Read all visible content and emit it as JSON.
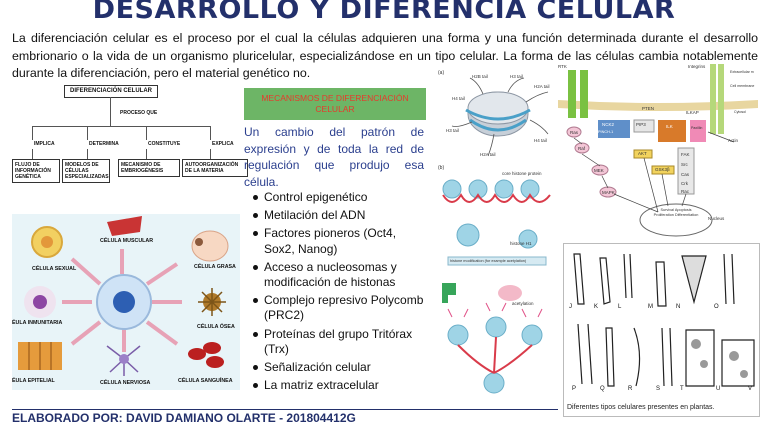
{
  "title": "DESARROLLO Y DIFERENCIA CELULAR",
  "intro": "La diferenciación celular es el proceso por el cual la células adquieren una forma y una función determinada durante el desarrollo embrionario o la vida de un organismo pluricelular, especializándose en un tipo celular. La forma de las células cambia notablemente durante la diferenciación, pero el material genético no.",
  "org_chart": {
    "root": "DIFERENCIACIÓN CELULAR",
    "connector": "PROCESO QUE",
    "branches": [
      "IMPLICA",
      "DETERMINA",
      "CONSTITUYE",
      "EXPLICA"
    ],
    "leaves": [
      "FLUJO DE INFORMACIÓN GENÉTICA",
      "MODELOS DE CÉLULAS ESPECIALIZADAS",
      "MECANISMO DE EMBRIOGÉNESIS",
      "AUTOORGANIZACIÓN DE LA MATERIA"
    ]
  },
  "mechanisms": {
    "heading": "MECANISMOS DE DIFERENCIACIÓN CELULAR",
    "description": "Un cambio del patrón de expresión y de toda la red de regulación que produjo esa célula.",
    "items": [
      "Control epigenético",
      "Metilación del ADN",
      "Factores pioneros (Oct4, Sox2, Nanog)",
      "Acceso a nucleosomas y modificación de histonas",
      "Complejo represivo Polycomb (PRC2)",
      "Proteínas del grupo Tritórax (Trx)",
      "Señalización celular",
      "La matriz extracelular"
    ]
  },
  "cell_types": {
    "sexual": "CÉLULA SEXUAL",
    "muscular": "CÉLULA MUSCULAR",
    "grasa": "CÉLULA GRASA",
    "inmunitaria": "ÉULA INMUNITARIA",
    "osea": "CÉLULA ÓSEA",
    "epitelial": "ÉULA EPITELIAL",
    "nerviosa": "CÉLULA NERVIOSA",
    "sanguinea": "CÉLULA SANGUÍNEA"
  },
  "figures": {
    "nucleosome_label_a": "(a)",
    "nucleosome_label_b": "(b)",
    "h3_tail": "H3 tail",
    "h4_tail": "H4 tail",
    "h2a_tail": "H2A tail",
    "h2b_tail": "H2B tail",
    "core_histone": "core histone protein",
    "histone_h1": "histone H1",
    "mod_caption": "histone modification (for example acetylation)",
    "acetylation": "acetylation",
    "rtk": "RTK",
    "integrins": "Integrins",
    "ecm": "Extracellular m",
    "cell_membrane": "Cell membrane",
    "cytosol": "Cytosol",
    "nucleus": "Nucleus",
    "ilk": "ILK",
    "pip3": "PIP3",
    "pten": "PTEN",
    "ilkap": "ILKAP",
    "nck2": "NCK2",
    "pinch": "PINCH-1",
    "akt": "AKT",
    "gsk3": "GSK3β",
    "ras": "Ras",
    "raf": "Raf",
    "mek": "MEK",
    "mapk": "MAPK",
    "fak": "FAK",
    "src": "Src",
    "cas": "Cas",
    "crk": "Crk",
    "rac": "Rac",
    "actin": "Actin",
    "paxillin": "Paxillin",
    "outcomes": "Survival Apoptosis Proliferation Differentiation",
    "plant_caption": "Diferentes tipos celulares presentes en plantas.",
    "plant_letters": [
      "J",
      "K",
      "L",
      "M",
      "N",
      "O",
      "P",
      "Q",
      "R",
      "S",
      "T",
      "U",
      "V"
    ]
  },
  "footer": "ELABORADO POR: DAVID DAMIANO OLARTE - 201804412G",
  "colors": {
    "title": "#23306b",
    "mech_head_bg": "#6db566",
    "mech_head_text": "#e63a2c",
    "mech_desc": "#2b3f8e"
  }
}
